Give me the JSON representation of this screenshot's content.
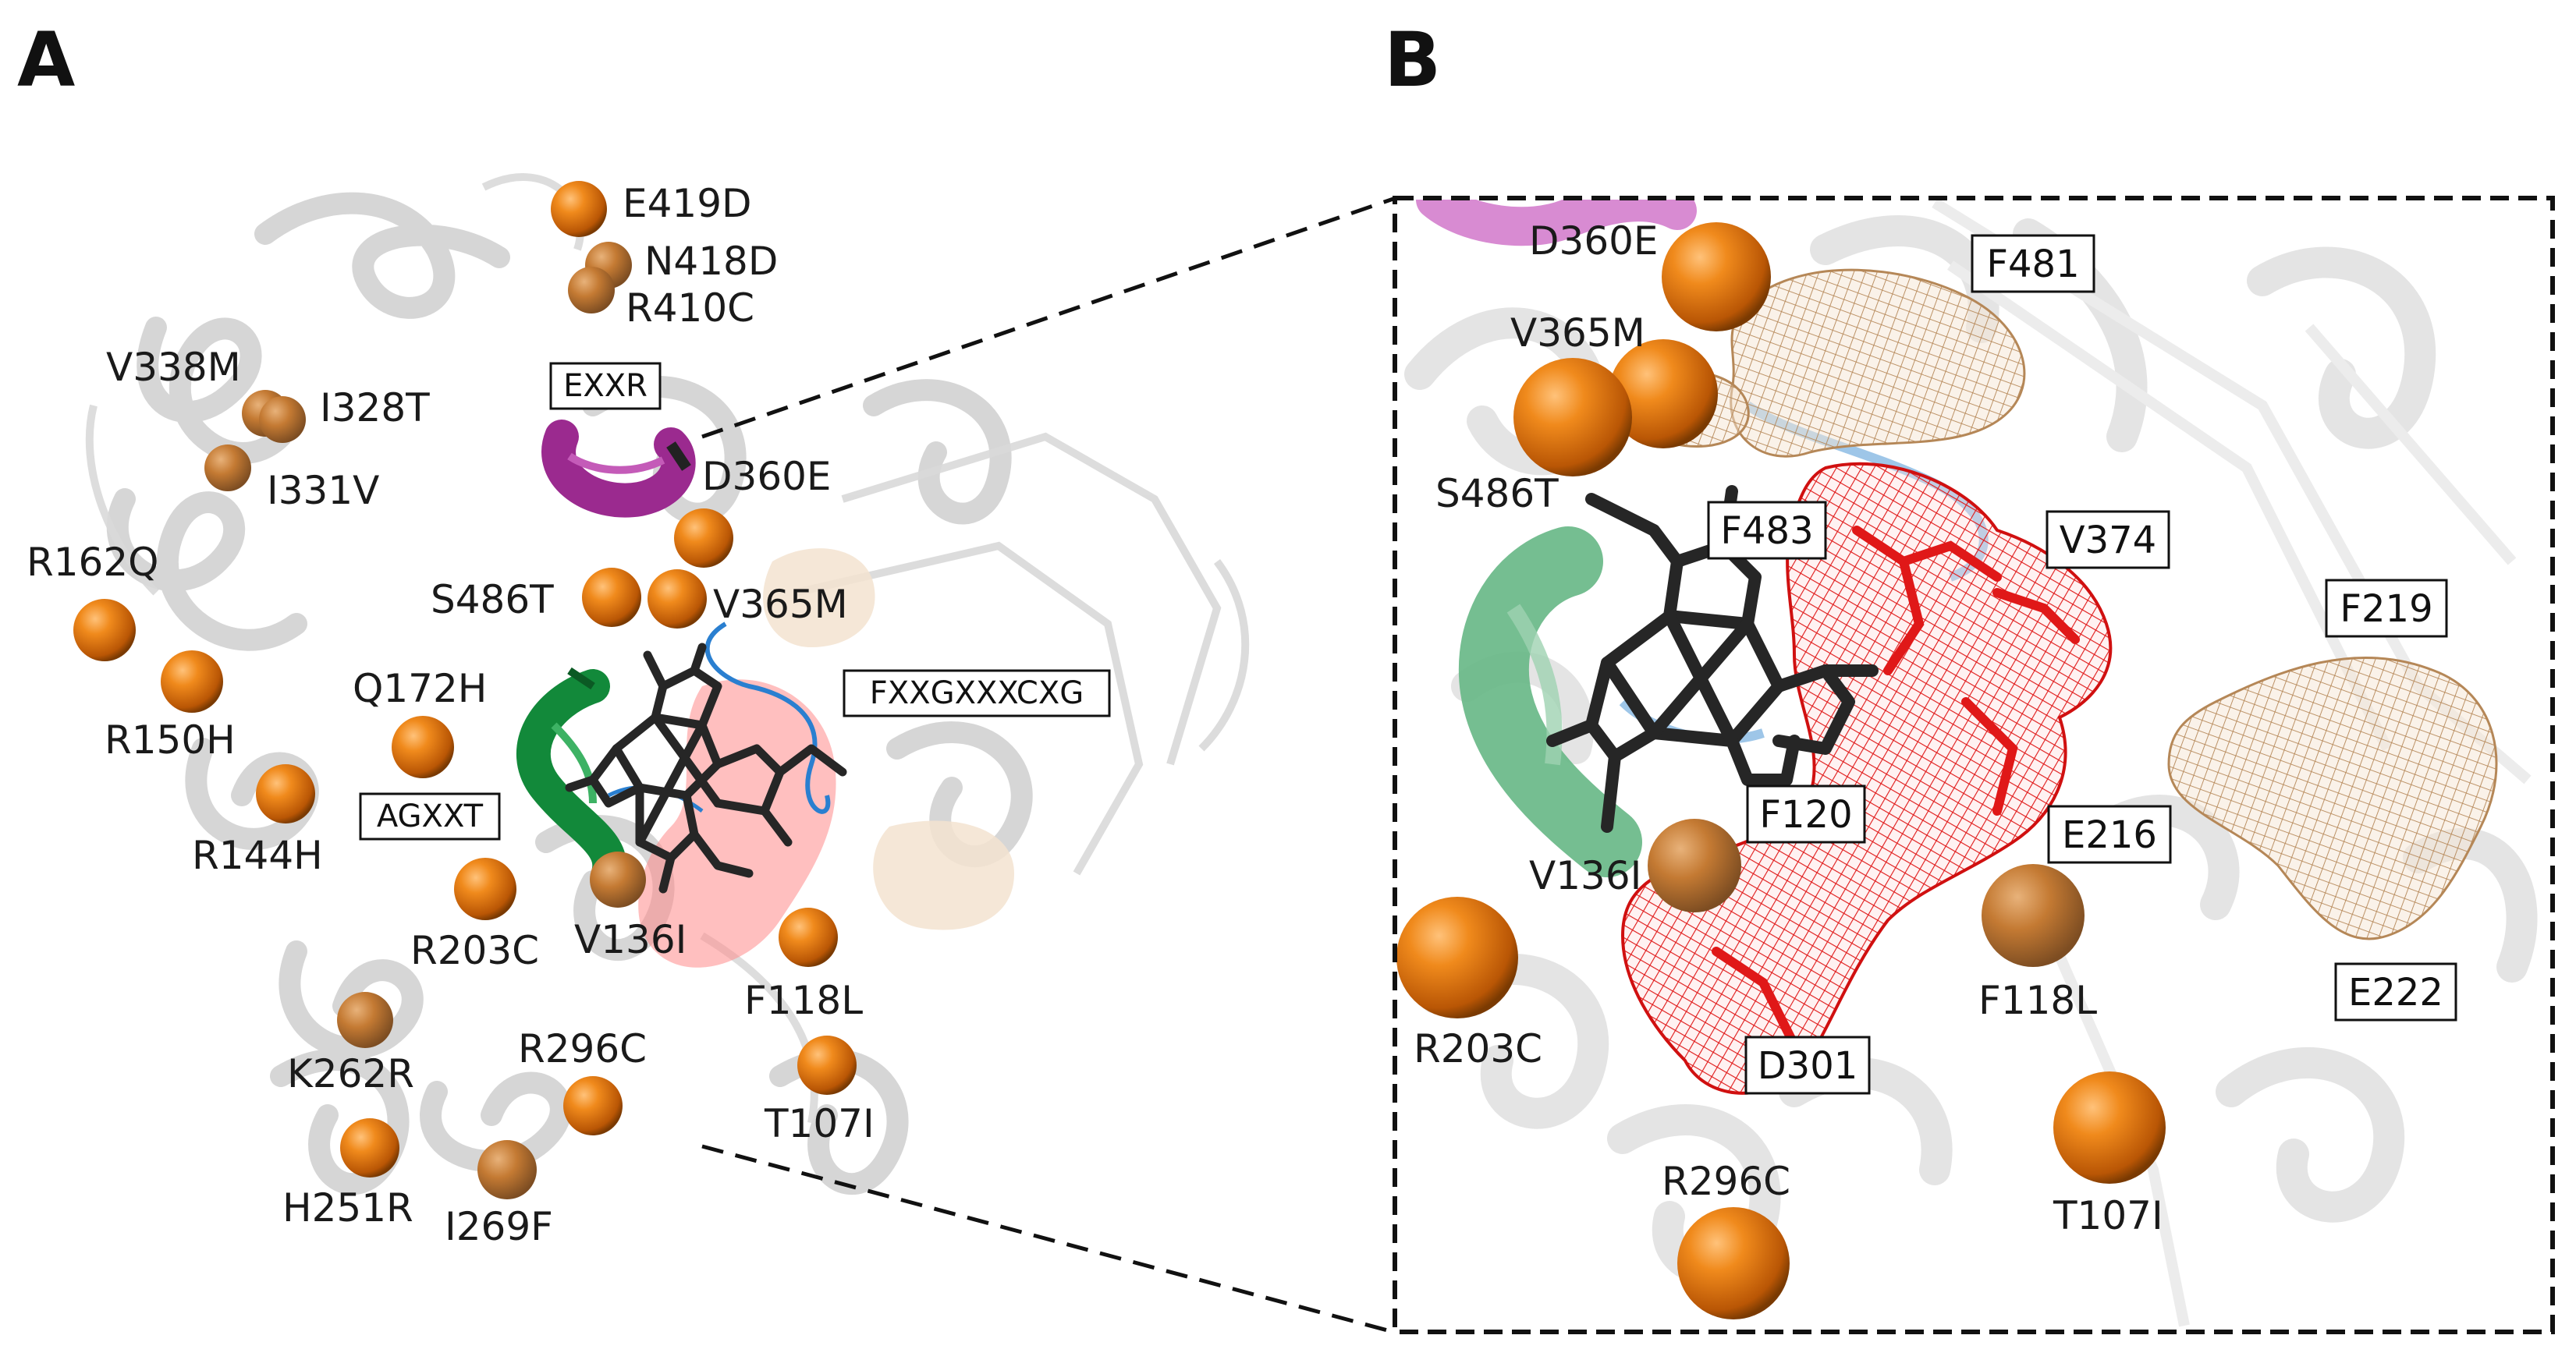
{
  "panels": {
    "a": "A",
    "b": "B"
  },
  "motifs": {
    "exxr": "EXXR",
    "fxxg": "FXXGXXXCXG",
    "agxxt": "AGXXT"
  },
  "mutations_a": {
    "e419d": "E419D",
    "n418d": "N418D",
    "r410c": "R410C",
    "v338m": "V338M",
    "i328t": "I328T",
    "i331v": "I331V",
    "d360e": "D360E",
    "r162q": "R162Q",
    "s486t": "S486T",
    "v365m": "V365M",
    "r150h": "R150H",
    "q172h": "Q172H",
    "r144h": "R144H",
    "r203c": "R203C",
    "v136i": "V136I",
    "f118l": "F118L",
    "k262r": "K262R",
    "r296c": "R296C",
    "t107i": "T107I",
    "h251r": "H251R",
    "i269f": "I269F"
  },
  "mutations_b": {
    "d360e": "D360E",
    "v365m": "V365M",
    "s486t": "S486T",
    "v136i": "V136I",
    "r203c": "R203C",
    "f118l": "F118L",
    "r296c": "R296C",
    "t107i": "T107I"
  },
  "residues_b": {
    "f481": "F481",
    "f483": "F483",
    "v374": "V374",
    "f219": "F219",
    "f120": "F120",
    "e216": "E216",
    "e222": "E222",
    "d301": "D301"
  },
  "colors": {
    "mutation_sphere": "#e8760f",
    "exxr_helix": "#9b2a8f",
    "agxxt_helix": "#12893a",
    "heme": "#262626",
    "red_mesh": "#e01818",
    "tan_mesh": "#c89a6a",
    "loop_blue": "#2a7fd0",
    "protein_cartoon": "#d6d6d6"
  }
}
